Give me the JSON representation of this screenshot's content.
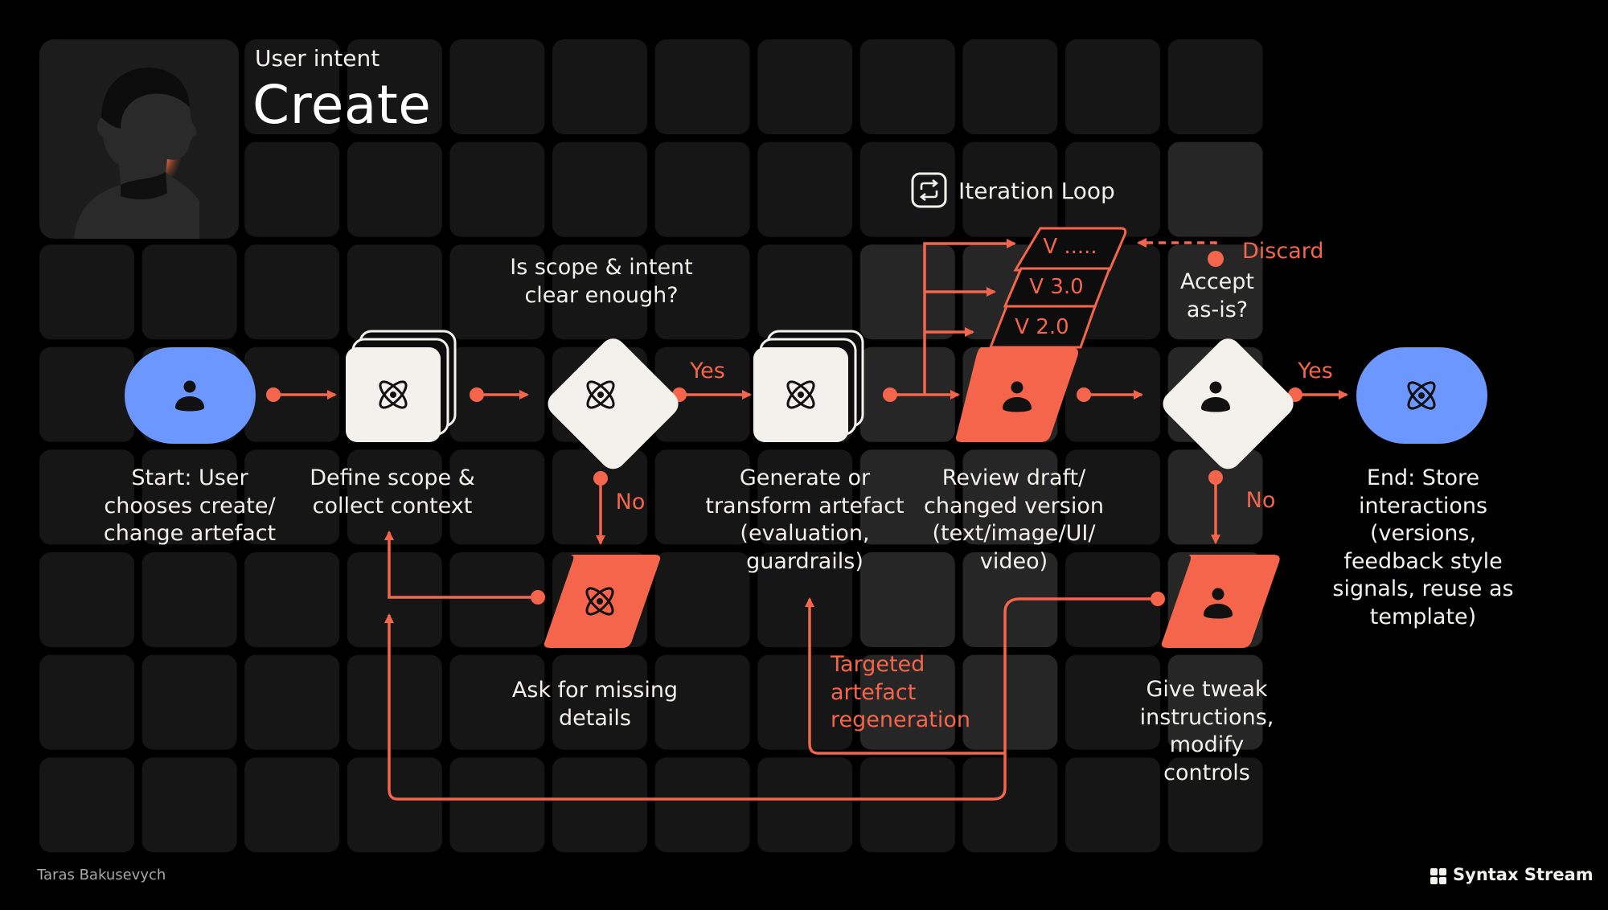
{
  "header": {
    "kicker": "User intent",
    "title": "Create"
  },
  "loop": {
    "title": "Iteration Loop"
  },
  "nodes": {
    "start": "Start: User\nchooses create/\nchange artefact",
    "define": "Define scope &\ncollect context",
    "decision1": "Is scope & intent\nclear enough?",
    "ask": "Ask for missing\ndetails",
    "generate": "Generate or\ntransform artefact\n(evaluation,\nguardrails)",
    "review": "Review draft/\nchanged version\n(text/image/UI/\nvideo)",
    "decision2": "Accept\nas-is?",
    "tweak": "Give tweak\ninstructions,\nmodify\ncontrols",
    "end": "End: Store\ninteractions\n(versions,\nfeedback style\nsignals, reuse as\ntemplate)"
  },
  "edges": {
    "yes1": "Yes",
    "no1": "No",
    "yes2": "Yes",
    "no2": "No",
    "discard": "Discard",
    "targeted": "Targeted\nartefact\nregeneration"
  },
  "versions": [
    "V .....",
    "V 3.0",
    "V 2.0"
  ],
  "footer": {
    "author": "Taras Bakusevych",
    "brand": "Syntax Stream"
  },
  "colors": {
    "accent": "#f4654b",
    "blue": "#6b97ff",
    "cream": "#f3f1ec",
    "tile": "#161616",
    "tile_highlight": "#262626"
  }
}
